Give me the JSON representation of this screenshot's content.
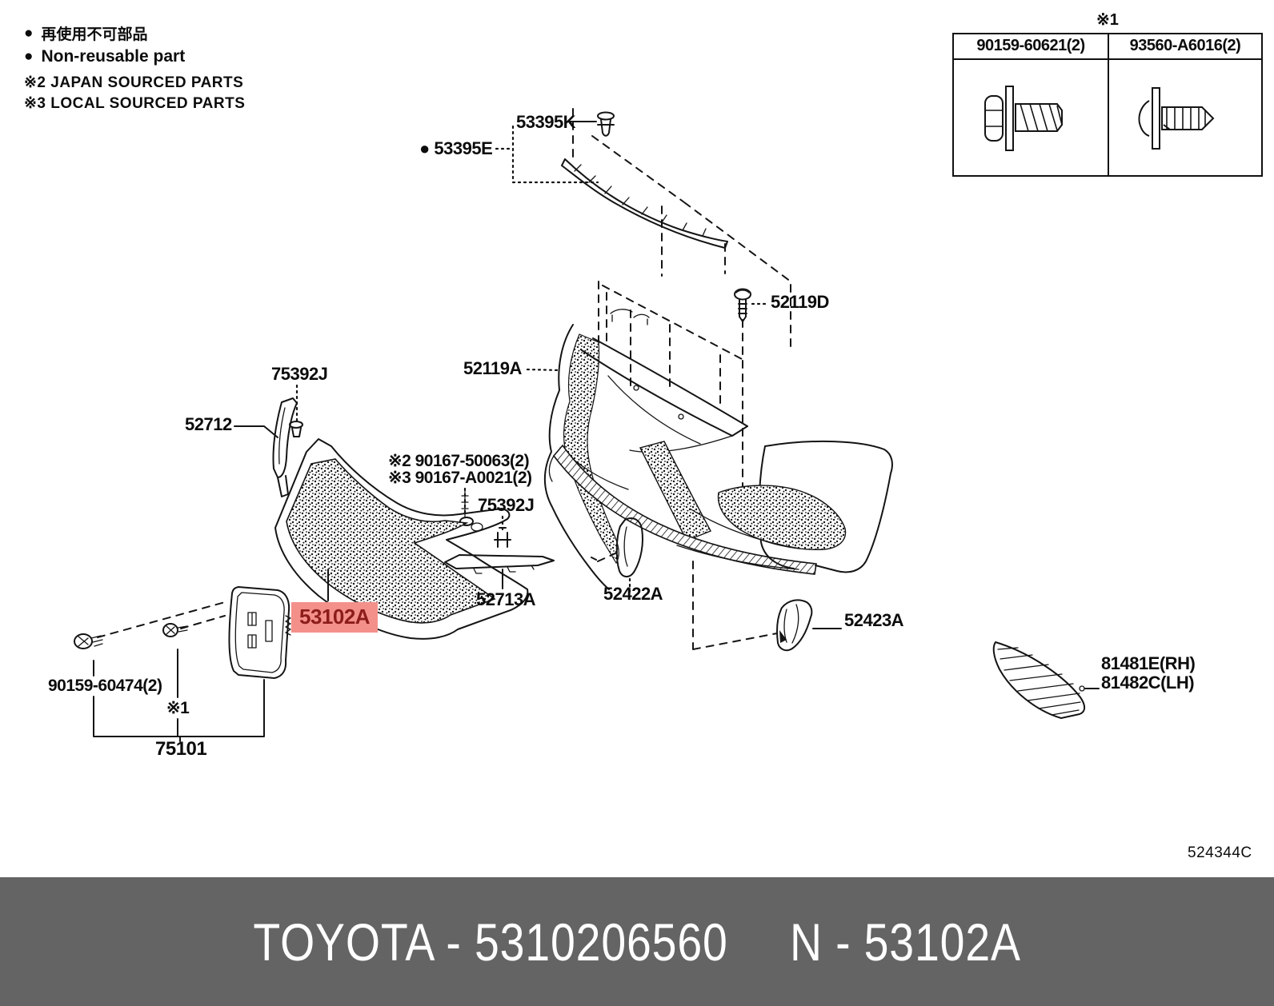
{
  "legend": {
    "bullet": "●",
    "jp": "再使用不可部品",
    "en": "Non-reusable part",
    "note2": "※2 JAPAN SOURCED PARTS",
    "note3": "※3 LOCAL SOURCED PARTS"
  },
  "hardware_table": {
    "ref_label": "※1",
    "columns": [
      {
        "part_number": "90159-60621(2)",
        "icon": "hex-flange-bolt-icon"
      },
      {
        "part_number": "93560-A6016(2)",
        "icon": "pan-head-tapping-screw-icon"
      }
    ]
  },
  "labels": {
    "p53395K": {
      "text": "53395K"
    },
    "p53395E": {
      "bullet": "●",
      "text": "53395E"
    },
    "p52119D": {
      "text": "52119D"
    },
    "p52119A": {
      "text": "52119A"
    },
    "p75392J1": {
      "text": "75392J"
    },
    "p52712": {
      "text": "52712"
    },
    "p90167a": {
      "text": "※2 90167-50063(2)"
    },
    "p90167b": {
      "text": "※3 90167-A0021(2)"
    },
    "p75392J2": {
      "text": "75392J"
    },
    "p52713A": {
      "text": "52713A"
    },
    "p52422A": {
      "text": "52422A"
    },
    "p53102A": {
      "text": "53102A"
    },
    "p52423A": {
      "text": "52423A"
    },
    "p81481E": {
      "text": "81481E(RH)"
    },
    "p81482C": {
      "text": "81482C(LH)"
    },
    "p90159": {
      "text": "90159-60474(2)"
    },
    "pRef1": {
      "text": "※1"
    },
    "p75101": {
      "text": "75101"
    }
  },
  "diagram_code": "524344C",
  "footer": {
    "left": "TOYOTA - 5310206560",
    "right": "N - 53102A"
  },
  "colors": {
    "highlight_bg": "#f4908a",
    "highlight_text": "#8c1d18",
    "footer_bg": "#646464",
    "footer_text": "#ffffff",
    "line": "#141414"
  }
}
